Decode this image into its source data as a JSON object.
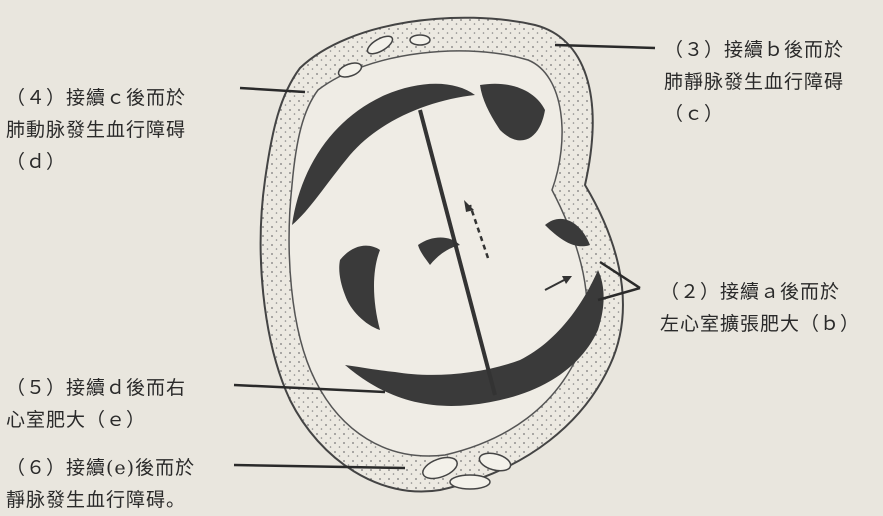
{
  "labels": {
    "label_3": [
      "（３）接續ｂ後而於",
      "肺靜脉發生血行障碍",
      "（ｃ）"
    ],
    "label_4": [
      "（４）接續ｃ後而於",
      "肺動脉發生血行障碍",
      "（ｄ）"
    ],
    "label_2": [
      "（２）接續ａ後而於",
      "左心室擴張肥大（ｂ）"
    ],
    "label_5": [
      "（５）接續ｄ後而右",
      "心室肥大（ｅ）"
    ],
    "label_6": [
      "（６）接續(e)後而於",
      "靜脉發生血行障碍。"
    ]
  },
  "colors": {
    "background": "#e9e6de",
    "ink": "#2a2a2a",
    "wall": "#3a3a3a"
  }
}
